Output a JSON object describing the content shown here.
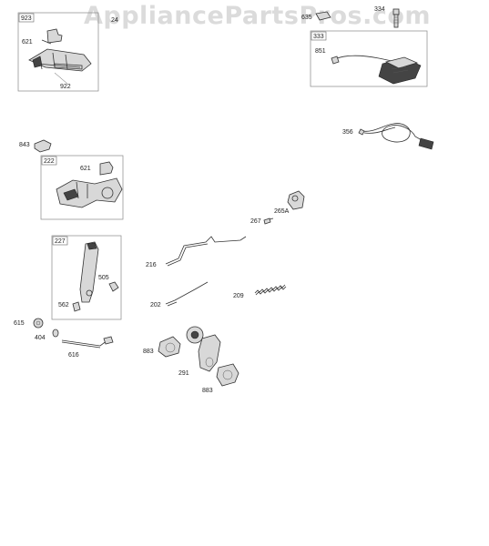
{
  "watermark": "AppliancePartsPros.com",
  "groups": [
    {
      "id": "923",
      "parts": [
        "621",
        "922"
      ]
    },
    {
      "id": "333",
      "parts": [
        "851"
      ]
    },
    {
      "id": "222",
      "parts": [
        "621"
      ]
    },
    {
      "id": "227",
      "parts": [
        "505",
        "562"
      ]
    }
  ],
  "callouts": {
    "p923": "923",
    "p621a": "621",
    "p922": "922",
    "p24": "24",
    "p635": "635",
    "p334": "334",
    "p333": "333",
    "p851": "851",
    "p356": "356",
    "p843": "843",
    "p222": "222",
    "p621b": "621",
    "p265a": "265A",
    "p267": "267",
    "p227": "227",
    "p505": "505",
    "p562": "562",
    "p216": "216",
    "p202": "202",
    "p209": "209",
    "p615": "615",
    "p404": "404",
    "p616": "616",
    "p883a": "883",
    "p291": "291",
    "p883b": "883"
  }
}
